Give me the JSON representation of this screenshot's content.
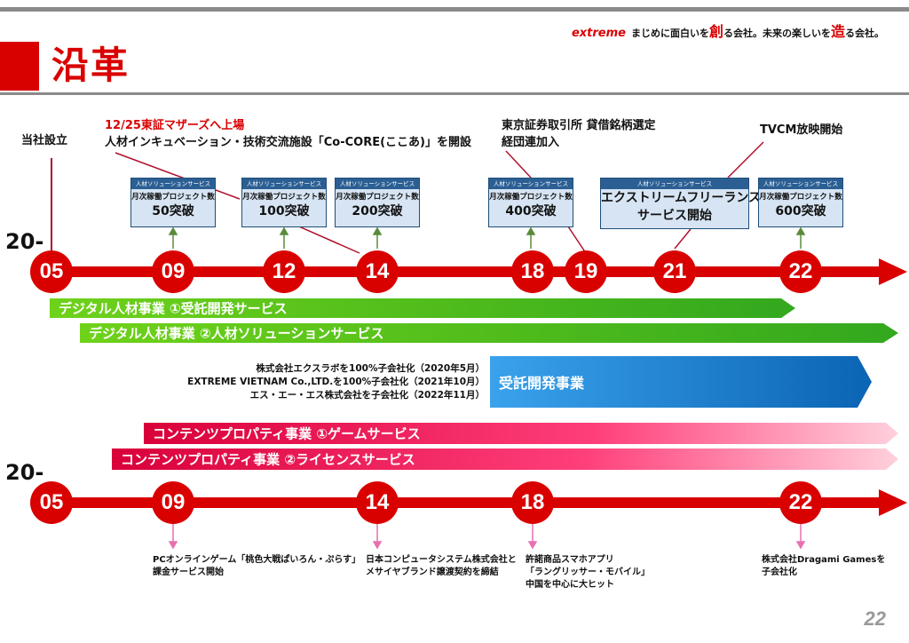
{
  "header": {
    "brand": "extreme",
    "tagline_a": "まじめに面白いを",
    "tagline_kanji1": "創",
    "tagline_b": "る会社。未来の楽しいを",
    "tagline_kanji2": "造",
    "tagline_c": "る会社。"
  },
  "title": "沿革",
  "timeline_top": {
    "prefix": "20-",
    "years": [
      "05",
      "09",
      "12",
      "14",
      "18",
      "19",
      "21",
      "22"
    ]
  },
  "timeline_bottom": {
    "prefix": "20-",
    "years": [
      "05",
      "09",
      "14",
      "18",
      "22"
    ]
  },
  "events_top": {
    "founded": "当社設立",
    "listing": "12/25東証マザーズへ上場",
    "cocore": "人材インキュベーション・技術交流施設「Co-CORE(ここあ)」を開設",
    "tse_line1": "東京証券取引所 貸借銘柄選定",
    "tse_line2": "経団連加入",
    "tvcm": "TVCM放映開始"
  },
  "kpis": {
    "head": "人材ソリューションサービス",
    "sub": "月次稼働プロジェクト数",
    "k1": "50突破",
    "k2": "100突破",
    "k3": "200突破",
    "k4": "400突破",
    "k5_line1": "エクストリームフリーランス",
    "k5_line2": "サービス開始",
    "k6": "600突破"
  },
  "bands": {
    "digital1": "デジタル人材事業 ①受託開発サービス",
    "digital2": "デジタル人材事業 ②人材ソリューションサービス",
    "contract": "受託開発事業",
    "content1": "コンテンツプロパティ事業 ①ゲームサービス",
    "content2": "コンテンツプロパティ事業 ②ライセンスサービス"
  },
  "subsidiaries": {
    "line1": "株式会社エクスラボを100%子会社化（2020年5月）",
    "line2": "EXTREME VIETNAM Co.,LTD.を100%子会社化（2021年10月）",
    "line3": "エス・エー・エス株式会社を子会社化（2022年11月）"
  },
  "events_bottom": {
    "e09_line1": "PCオンラインゲーム「桃色大戦ぱいろん・ぷらす」",
    "e09_line2": "課金サービス開始",
    "e14_line1": "日本コンピュータシステム株式会社と",
    "e14_line2": "メサイヤブランド譲渡契約を締結",
    "e18_line1": "許諾商品スマホアプリ",
    "e18_line2": "「ラングリッサー・モバイル」",
    "e18_line3": "中国を中心に大ヒット",
    "e22_line1": "株式会社Dragami Gamesを",
    "e22_line2": "子会社化"
  },
  "page_number": "22",
  "colors": {
    "accent_red": "#d90000",
    "kpi_blue": "#2b5f94",
    "green": "#4cbf1f",
    "blue_band": "#1f86d8",
    "pink": "#f0306a"
  }
}
